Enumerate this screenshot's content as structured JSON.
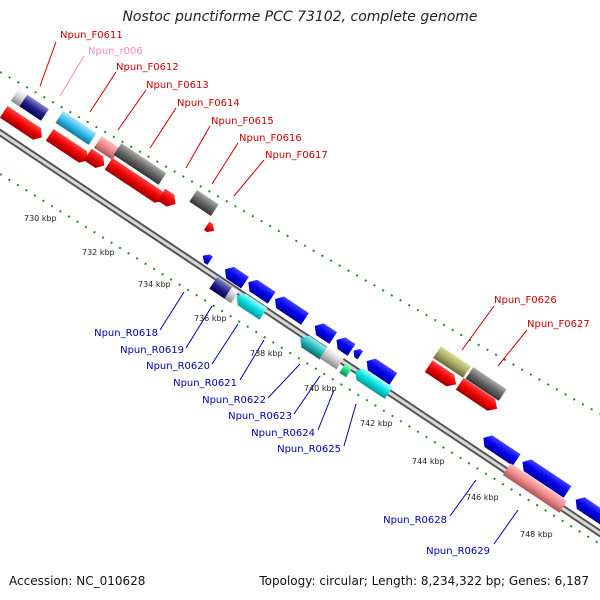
{
  "title": "Nostoc punctiforme PCC 73102, complete genome",
  "footer": {
    "accession": "Accession: NC_010628",
    "topology": "Topology: circular; Length: 8,234,322 bp; Genes: 6,187"
  },
  "colors": {
    "forward_label": "#cc0000",
    "reverse_label": "#0000aa",
    "pseudo_label": "#ff88cc",
    "backbone": "#9a9a9a",
    "tick_dots": "#2a8a2a"
  },
  "scale_ticks": [
    "730 kbp",
    "732 kbp",
    "734 kbp",
    "736 kbp",
    "738 kbp",
    "740 kbp",
    "742 kbp",
    "744 kbp",
    "746 kbp",
    "748 kbp"
  ],
  "forward_labels": [
    "Npun_F0611",
    "Npun_r006",
    "Npun_F0612",
    "Npun_F0613",
    "Npun_F0614",
    "Npun_F0615",
    "Npun_F0616",
    "Npun_F0617",
    "Npun_F0626",
    "Npun_F0627"
  ],
  "reverse_labels": [
    "Npun_R0618",
    "Npun_R0619",
    "Npun_R0620",
    "Npun_R0621",
    "Npun_R0622",
    "Npun_R0623",
    "Npun_R0624",
    "Npun_R0625",
    "Npun_R0628",
    "Npun_R0629"
  ]
}
